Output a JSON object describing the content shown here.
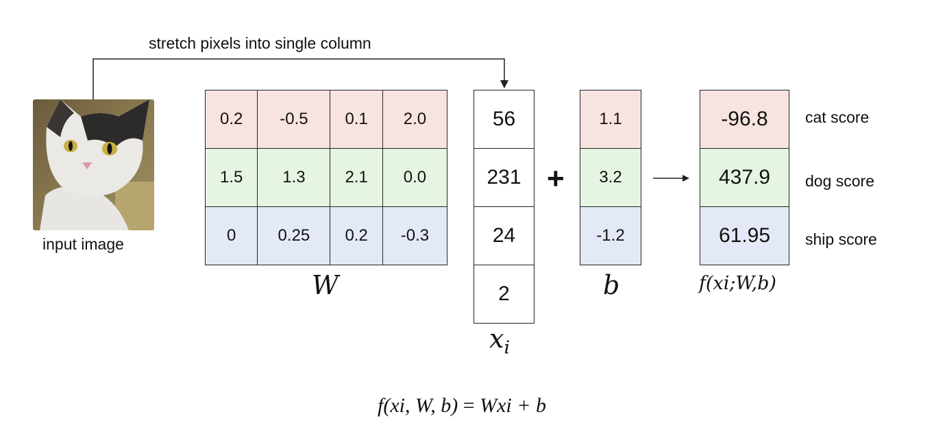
{
  "caption_stretch": "stretch pixels into single column",
  "input_image_label": "input image",
  "weights": {
    "symbol": "W",
    "rows": [
      [
        "0.2",
        "-0.5",
        "0.1",
        "2.0"
      ],
      [
        "1.5",
        "1.3",
        "2.1",
        "0.0"
      ],
      [
        "0",
        "0.25",
        "0.2",
        "-0.3"
      ]
    ]
  },
  "x_vector": {
    "symbol_base": "x",
    "symbol_sub": "i",
    "values": [
      "56",
      "231",
      "24",
      "2"
    ]
  },
  "plus": "+",
  "bias": {
    "symbol": "b",
    "values": [
      "1.1",
      "3.2",
      "-1.2"
    ]
  },
  "arrow": "→",
  "scores": {
    "symbol": "f(xi;W,b)",
    "values": [
      "-96.8",
      "437.9",
      "61.95"
    ],
    "labels": [
      "cat score",
      "dog score",
      "ship score"
    ]
  },
  "formula": {
    "lhs": "f(xi, W, b)",
    "eq": "=",
    "rhs": "Wxi + b"
  },
  "row_colors": {
    "cat": "#f7e4e1",
    "dog": "#e6f5e2",
    "ship": "#e3e9f7"
  }
}
